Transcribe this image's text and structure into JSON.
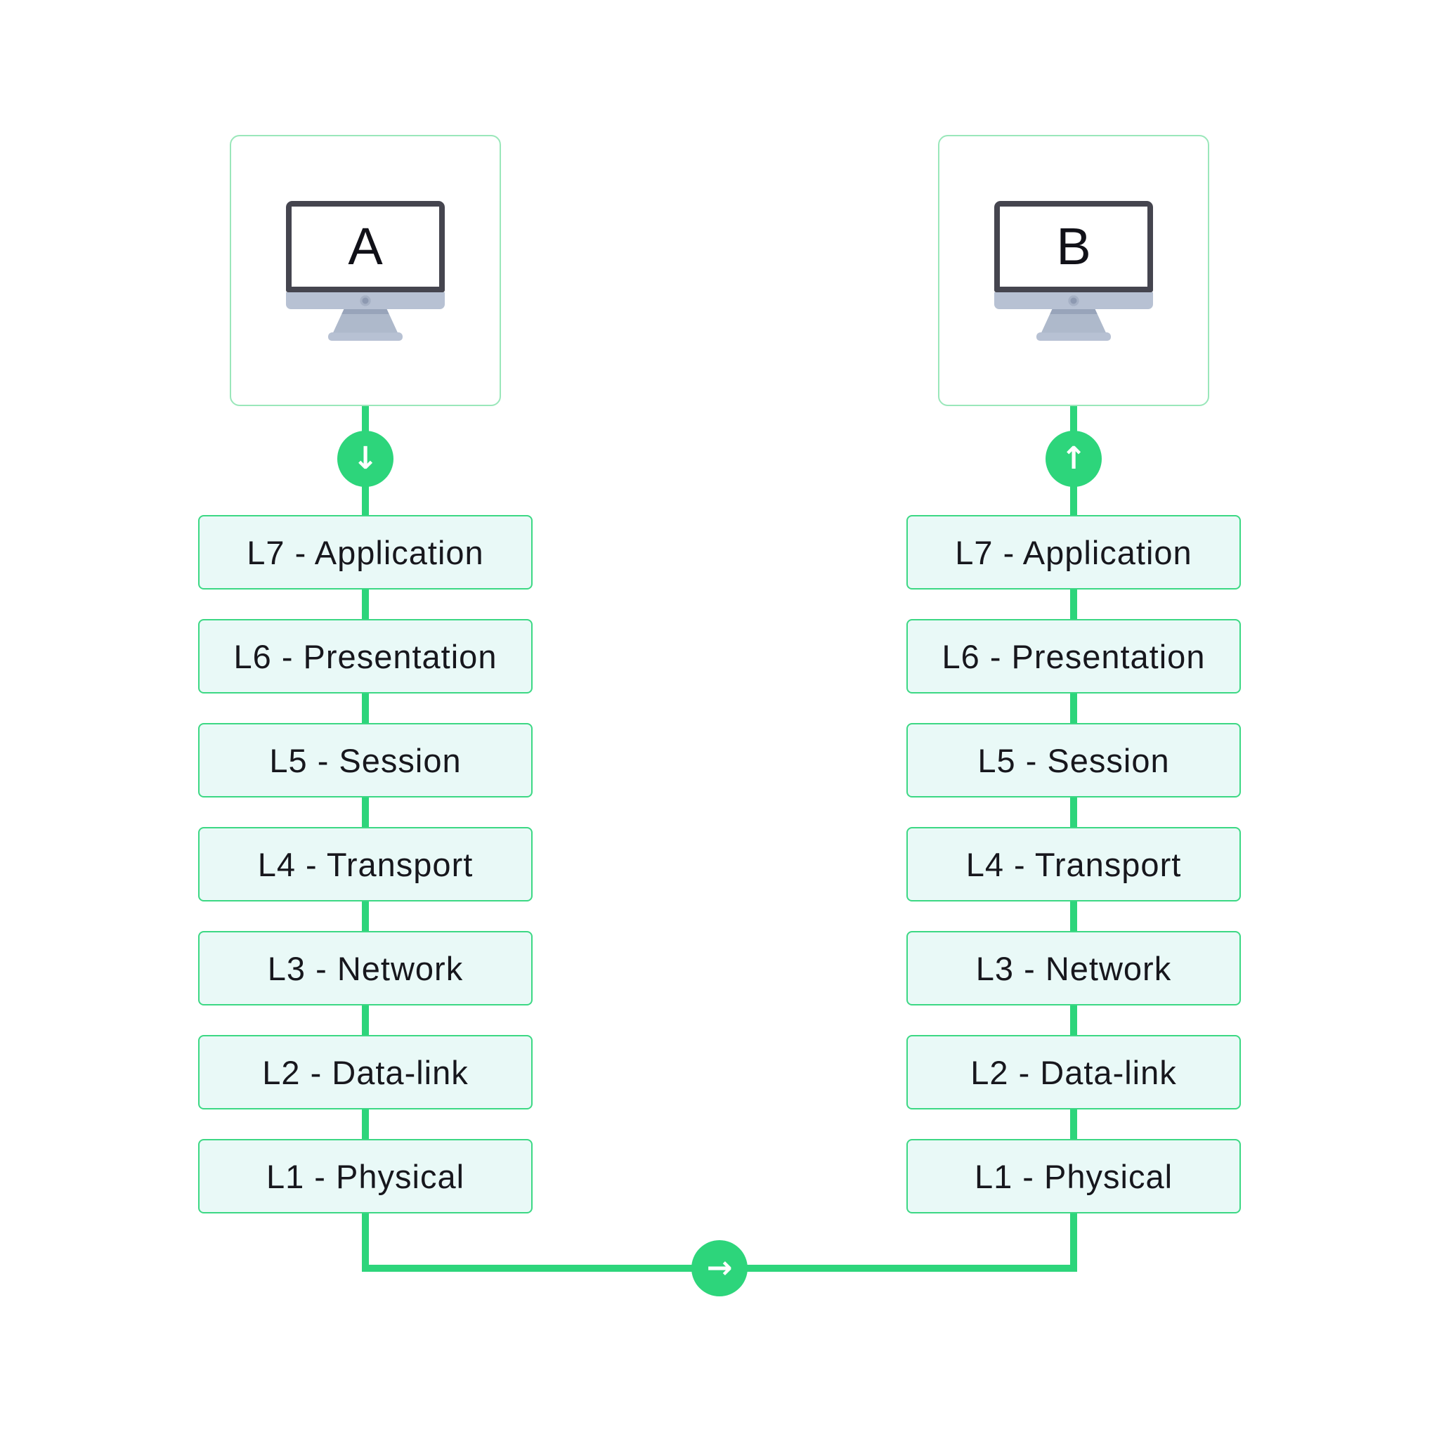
{
  "diagram": {
    "type": "osi-model-host-to-host-communication",
    "nodes": {
      "a": {
        "label": "A"
      },
      "b": {
        "label": "B"
      }
    },
    "layers": [
      "L7 - Application",
      "L6 - Presentation",
      "L5 - Session",
      "L4 - Transport",
      "L3 - Network",
      "L2 - Data-link",
      "L1 - Physical"
    ],
    "arrows": {
      "down": "↓",
      "up": "↑",
      "right": "→"
    },
    "colors": {
      "accent": "#2dd57b",
      "layer_border": "#3cd884",
      "layer_fill": "#e9f9f7",
      "node_border": "#9ae7ba",
      "monitor_dark": "#45454f",
      "monitor_gray": "#b7c1d3",
      "text": "#17171d"
    }
  }
}
